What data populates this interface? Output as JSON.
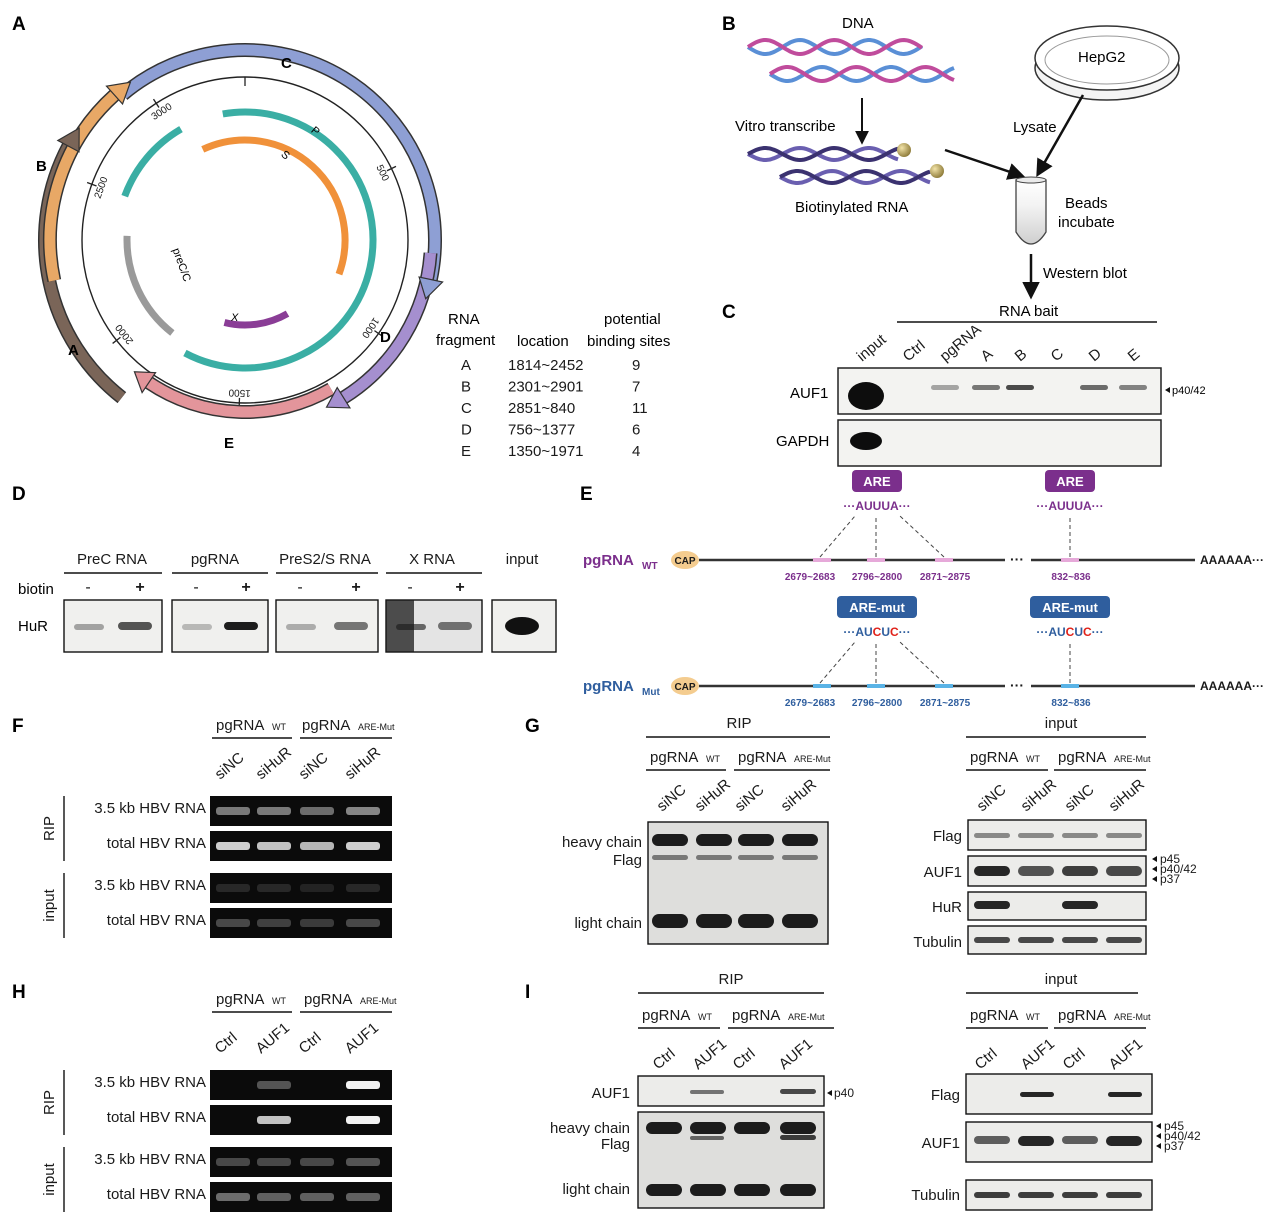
{
  "panels": {
    "a": "A",
    "b": "B",
    "c": "C",
    "d": "D",
    "e": "E",
    "f": "F",
    "g": "G",
    "h": "H",
    "i": "I"
  },
  "panel_a": {
    "outer_arcs": [
      {
        "label": "A",
        "color": "#7a6558"
      },
      {
        "label": "B",
        "color": "#e8a866"
      },
      {
        "label": "C",
        "color": "#8e9fd4"
      },
      {
        "label": "D",
        "color": "#a58fcf"
      },
      {
        "label": "E",
        "color": "#e3959b"
      }
    ],
    "ticks": [
      "3000",
      "500",
      "1000",
      "1500",
      "2000",
      "2500"
    ],
    "genes": {
      "p": "P",
      "s": "S",
      "precc": "preC/C",
      "x": "X"
    },
    "gene_colors": {
      "p": "#3aaea4",
      "s": "#f0913a",
      "precc": "#9a9a9a",
      "x": "#8a3d96"
    },
    "table": {
      "headers": [
        "RNA\nfragment",
        "location",
        "potential\nbinding sites"
      ],
      "rows": [
        [
          "A",
          "1814~2452",
          "9"
        ],
        [
          "B",
          "2301~2901",
          "7"
        ],
        [
          "C",
          "2851~840",
          "11"
        ],
        [
          "D",
          "756~1377",
          "6"
        ],
        [
          "E",
          "1350~1971",
          "4"
        ]
      ]
    }
  },
  "panel_b": {
    "dna": "DNA",
    "hepg2": "HepG2",
    "vitro": "Vitro transcribe",
    "lysate": "Lysate",
    "biotinylated": "Biotinylated RNA",
    "beads1": "Beads",
    "beads2": "incubate",
    "western": "Western blot"
  },
  "panel_c": {
    "header": "RNA bait",
    "lanes": [
      "input",
      "Ctrl",
      "pgRNA",
      "A",
      "B",
      "C",
      "D",
      "E"
    ],
    "rows": [
      "AUF1",
      "GAPDH"
    ],
    "marker": "p40/42"
  },
  "panel_d": {
    "groups": [
      "PreC RNA",
      "pgRNA",
      "PreS2/S RNA",
      "X RNA",
      "input"
    ],
    "biotin": "biotin",
    "minus": "-",
    "plus": "+",
    "row": "HuR"
  },
  "panel_e": {
    "wt_label": "pgRNA",
    "wt_sub": "WT",
    "mut_label": "pgRNA",
    "mut_sub": "Mut",
    "cap": "CAP",
    "polya": "AAAAAA···",
    "dots": "···",
    "are": "ARE",
    "are_mut": "ARE-mut",
    "seq_wt": "···AUUUA···",
    "seq_mut_parts": [
      "···AU",
      "C",
      "U",
      "C",
      "···"
    ],
    "positions": [
      "2679~2683",
      "2796~2800",
      "2871~2875",
      "832~836"
    ]
  },
  "panel_f": {
    "wt": "pgRNA",
    "wt_sub": "WT",
    "mut": "pgRNA",
    "mut_sub": "ARE-Mut",
    "lanes": [
      "siNC",
      "siHuR",
      "siNC",
      "siHuR"
    ],
    "groups": [
      "RIP",
      "input"
    ],
    "rows": [
      "3.5 kb HBV RNA",
      "total HBV RNA",
      "3.5 kb HBV RNA",
      "total HBV RNA"
    ]
  },
  "panel_g": {
    "rip": "RIP",
    "input": "input",
    "wt": "pgRNA",
    "wt_sub": "WT",
    "mut": "pgRNA",
    "mut_sub": "ARE-Mut",
    "lanes": [
      "siNC",
      "siHuR",
      "siNC",
      "siHuR"
    ],
    "rip_rows": [
      "heavy chain",
      "Flag",
      "light chain"
    ],
    "input_rows": [
      "Flag",
      "AUF1",
      "HuR",
      "Tubulin"
    ],
    "markers": [
      "p45",
      "p40/42",
      "p37"
    ]
  },
  "panel_h": {
    "wt": "pgRNA",
    "wt_sub": "WT",
    "mut": "pgRNA",
    "mut_sub": "ARE-Mut",
    "lanes": [
      "Ctrl",
      "AUF1",
      "Ctrl",
      "AUF1"
    ],
    "groups": [
      "RIP",
      "input"
    ],
    "rows": [
      "3.5 kb HBV RNA",
      "total HBV RNA",
      "3.5 kb HBV RNA",
      "total HBV RNA"
    ]
  },
  "panel_i": {
    "rip": "RIP",
    "input": "input",
    "wt": "pgRNA",
    "wt_sub": "WT",
    "mut": "pgRNA",
    "mut_sub": "ARE-Mut",
    "lanes": [
      "Ctrl",
      "AUF1",
      "Ctrl",
      "AUF1"
    ],
    "rip_rows": [
      "AUF1",
      "heavy chain",
      "Flag",
      "light chain"
    ],
    "rip_marker": "p40",
    "input_rows": [
      "Flag",
      "AUF1",
      "Tubulin"
    ],
    "markers": [
      "p45",
      "p40/42",
      "p37"
    ]
  }
}
